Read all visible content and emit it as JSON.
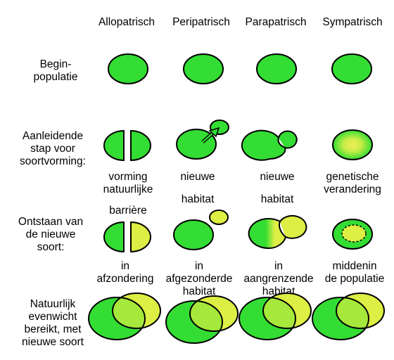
{
  "colors": {
    "green": "#33dd33",
    "yellow": "#ddee44",
    "yellow_overlap": "#a6e83b",
    "stroke": "#000000",
    "background": "#ffffff"
  },
  "columns": [
    "Allopatrisch",
    "Peripatrisch",
    "Parapatrisch",
    "Sympatrisch"
  ],
  "rows": {
    "begin": [
      "Begin-",
      "populatie"
    ],
    "step": [
      "Aanleidende",
      "stap voor",
      "soortvorming:"
    ],
    "emergence": [
      "Ontstaan van",
      "de nieuwe",
      "soort:"
    ],
    "equilibrium": [
      "Natuurlijk",
      "evenwicht",
      "bereikt, met",
      "nieuwe soort"
    ]
  },
  "step_captions": [
    [
      "vorming",
      "natuurlijke",
      "barrière"
    ],
    [
      "nieuwe",
      "habitat"
    ],
    [
      "nieuwe",
      "habitat"
    ],
    [
      "genetische",
      "verandering"
    ]
  ],
  "emergence_captions": [
    [
      "in",
      "afzondering"
    ],
    [
      "in",
      "afgezonderde",
      "habitat"
    ],
    [
      "in",
      "aangrenzende",
      "habitat"
    ],
    [
      "middenin",
      "de populatie"
    ]
  ]
}
